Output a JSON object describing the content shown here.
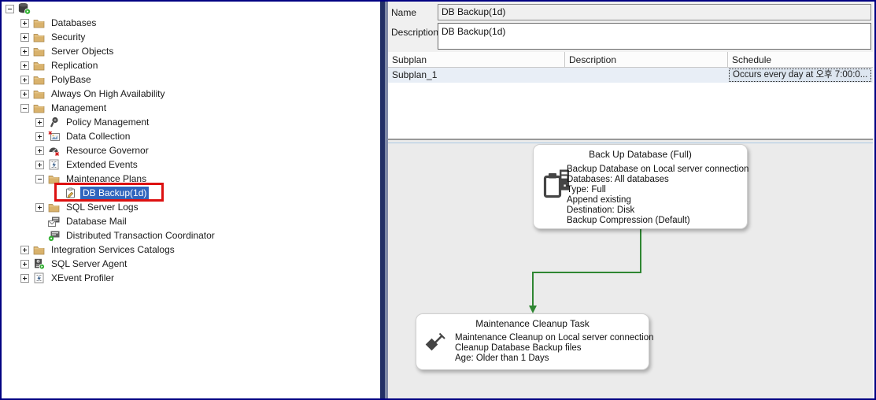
{
  "object_explorer": {
    "items": [
      {
        "label": "",
        "level": 0,
        "expander": "minus",
        "icon": "server-icon"
      },
      {
        "label": "Databases",
        "level": 1,
        "expander": "plus",
        "icon": "folder-icon"
      },
      {
        "label": "Security",
        "level": 1,
        "expander": "plus",
        "icon": "folder-icon"
      },
      {
        "label": "Server Objects",
        "level": 1,
        "expander": "plus",
        "icon": "folder-icon"
      },
      {
        "label": "Replication",
        "level": 1,
        "expander": "plus",
        "icon": "folder-icon"
      },
      {
        "label": "PolyBase",
        "level": 1,
        "expander": "plus",
        "icon": "folder-icon"
      },
      {
        "label": "Always On High Availability",
        "level": 1,
        "expander": "plus",
        "icon": "folder-icon"
      },
      {
        "label": "Management",
        "level": 1,
        "expander": "minus",
        "icon": "folder-icon"
      },
      {
        "label": "Policy Management",
        "level": 2,
        "expander": "plus",
        "icon": "policy-icon"
      },
      {
        "label": "Data Collection",
        "level": 2,
        "expander": "plus",
        "icon": "data-collection-icon"
      },
      {
        "label": "Resource Governor",
        "level": 2,
        "expander": "plus",
        "icon": "resource-governor-icon"
      },
      {
        "label": "Extended Events",
        "level": 2,
        "expander": "plus",
        "icon": "extended-events-icon"
      },
      {
        "label": "Maintenance Plans",
        "level": 2,
        "expander": "minus",
        "icon": "folder-icon"
      },
      {
        "label": "DB Backup(1d)",
        "level": 3,
        "expander": "none",
        "icon": "maintenance-plan-icon",
        "selected": true,
        "annotated": true
      },
      {
        "label": "SQL Server Logs",
        "level": 2,
        "expander": "plus",
        "icon": "folder-icon"
      },
      {
        "label": "Database Mail",
        "level": 2,
        "expander": "none",
        "icon": "database-mail-icon"
      },
      {
        "label": "Distributed Transaction Coordinator",
        "level": 2,
        "expander": "none",
        "icon": "dtc-icon"
      },
      {
        "label": "Integration Services Catalogs",
        "level": 1,
        "expander": "plus",
        "icon": "folder-icon"
      },
      {
        "label": "SQL Server Agent",
        "level": 1,
        "expander": "plus",
        "icon": "sql-agent-icon"
      },
      {
        "label": "XEvent Profiler",
        "level": 1,
        "expander": "plus",
        "icon": "xevent-profiler-icon"
      }
    ]
  },
  "properties": {
    "name_label": "Name",
    "name_value": "DB Backup(1d)",
    "description_label": "Description",
    "description_value": "DB Backup(1d)"
  },
  "subplan_grid": {
    "columns": [
      "Subplan",
      "Description",
      "Schedule"
    ],
    "rows": [
      {
        "subplan": "Subplan_1",
        "description": "",
        "schedule": "Occurs every day at 오후 7:00:0..."
      }
    ]
  },
  "diagram": {
    "tasks": [
      {
        "title": "Back Up Database (Full)",
        "icon": "backup-task-icon",
        "lines": [
          "Backup Database on Local server connection",
          "Databases: All databases",
          "Type: Full",
          "Append existing",
          "Destination: Disk",
          "Backup Compression (Default)"
        ]
      },
      {
        "title": "Maintenance Cleanup Task",
        "icon": "cleanup-task-icon",
        "lines": [
          "Maintenance Cleanup on Local server connection",
          "Cleanup Database Backup files",
          "Age: Older than 1 Days"
        ]
      }
    ]
  },
  "colors": {
    "selection_blue": "#3065bd",
    "annotation_red": "#dd1111",
    "connector_green": "#2f8632",
    "window_border_navy": "#000082",
    "folder_tan": "#d9b26c",
    "design_surface_gray": "#ebebeb"
  }
}
